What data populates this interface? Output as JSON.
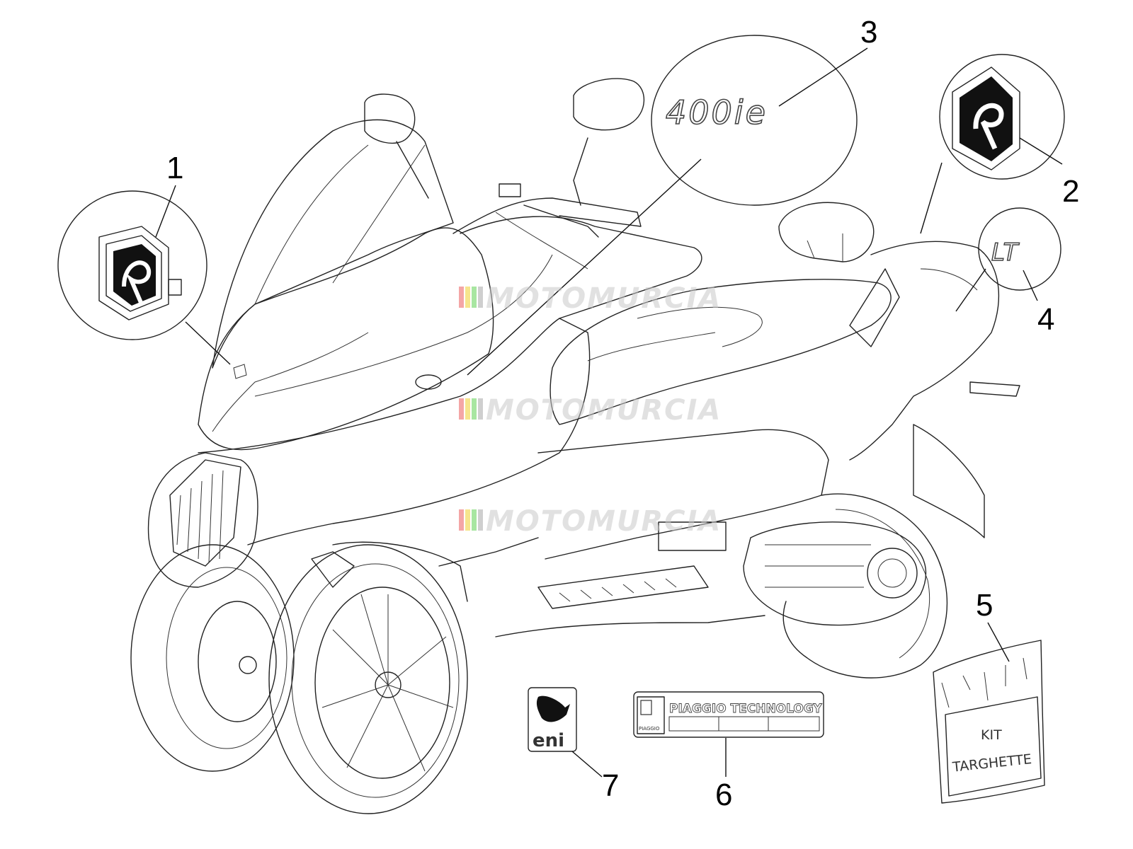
{
  "callouts": [
    {
      "num": "1",
      "part": "piaggio-emblem-front"
    },
    {
      "num": "2",
      "part": "piaggio-emblem-rear"
    },
    {
      "num": "3",
      "part": "400ie-decal"
    },
    {
      "num": "4",
      "part": "lt-decal"
    },
    {
      "num": "5",
      "part": "plate-kit-bag"
    },
    {
      "num": "6",
      "part": "piaggio-technology-plate"
    },
    {
      "num": "7",
      "part": "eni-sticker"
    }
  ],
  "decals": {
    "model_badge": "400ie",
    "lt_badge": "LT",
    "tech_plate": "PIAGGIO TECHNOLOGY",
    "tech_plate_sub": "PIAGGIO",
    "eni_text": "eni",
    "kit_line1": "KIT",
    "kit_line2": "TARGHETTE"
  },
  "watermark": {
    "text": "MOTOMURCIA",
    "stripe_colors": [
      "#f4a6a6",
      "#f6e58d",
      "#a8e6a1",
      "#cfcfcf"
    ]
  }
}
